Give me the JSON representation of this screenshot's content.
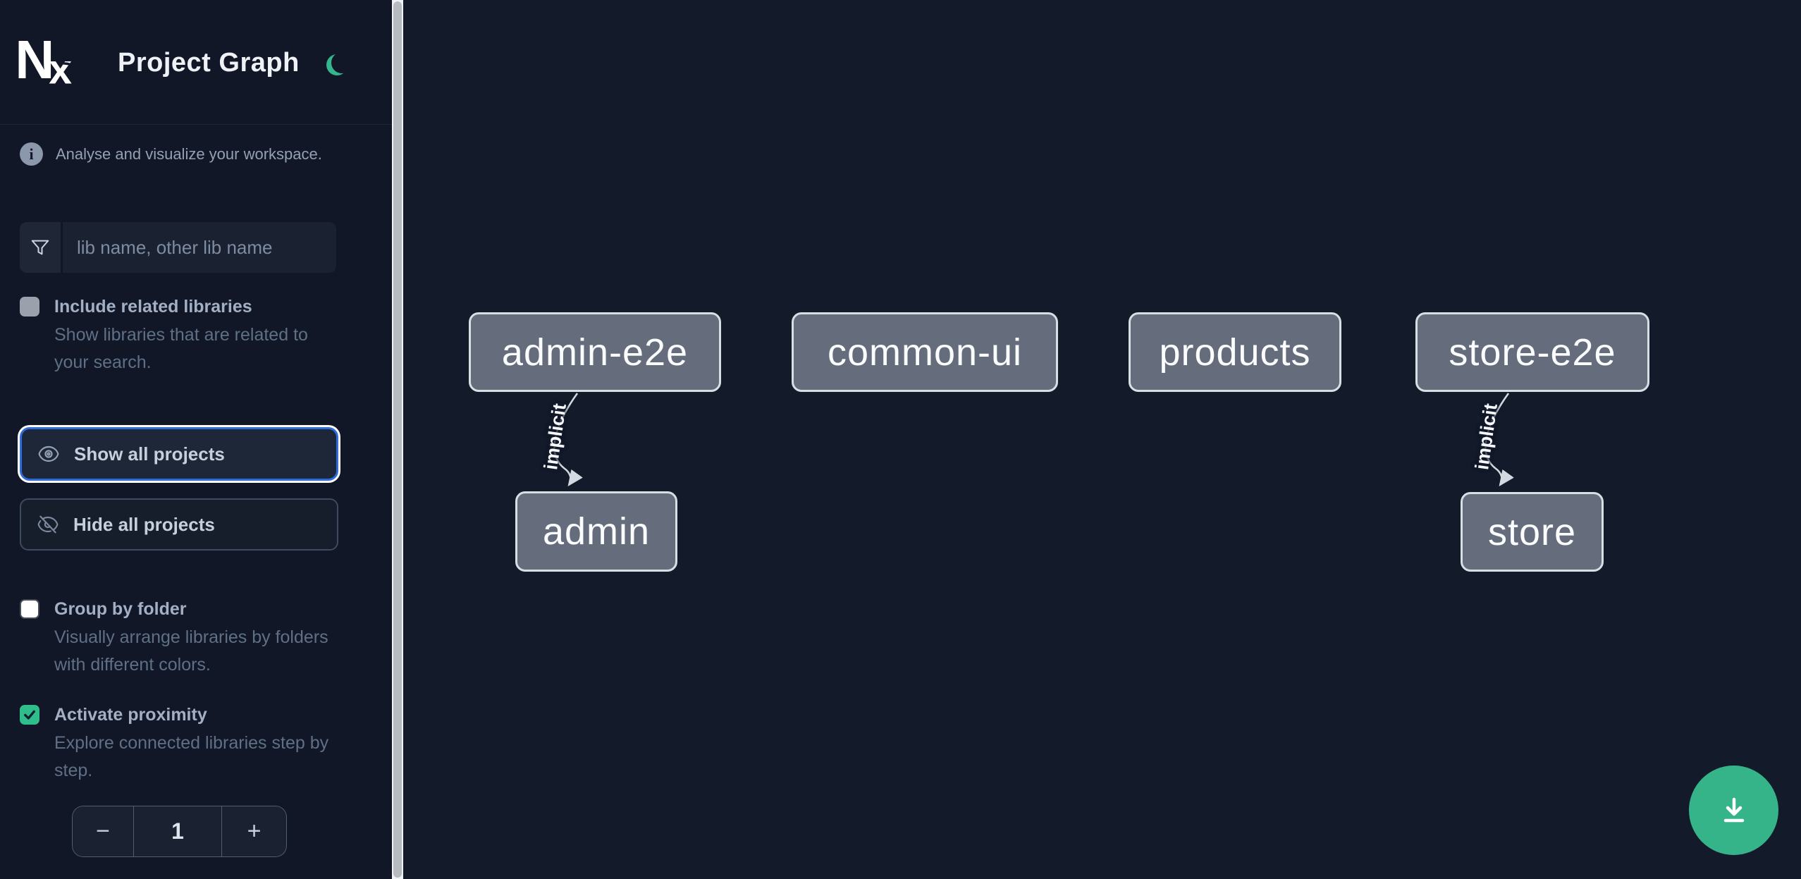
{
  "app": {
    "logo_text": "Nx",
    "title": "Project Graph",
    "tagline": "Analyse and visualize your workspace."
  },
  "theme": {
    "accent_teal": "#34b58d",
    "focus_blue": "#2f6bdb",
    "sidebar_bg": "#111726",
    "canvas_bg": "#131b2b",
    "node_fill": "#656d7d",
    "node_border": "#d9dee5",
    "edge_color": "#d3d9e0",
    "fab_color": "#35b489"
  },
  "icons": {
    "theme_toggle": "moon",
    "info": "info-circle",
    "search": "funnel",
    "show_all": "eye",
    "hide_all": "eye-slash",
    "fab": "download"
  },
  "sidebar": {
    "search": {
      "value": "",
      "placeholder": "lib name, other lib name"
    },
    "options": [
      {
        "label": "Include related libraries",
        "description": "Show libraries that are related to your search.",
        "checked": false,
        "disabled": true
      },
      {
        "label": "Group by folder",
        "description": "Visually arrange libraries by folders with different colors.",
        "checked": false,
        "disabled": false
      },
      {
        "label": "Activate proximity",
        "description": "Explore connected libraries step by step.",
        "checked": true,
        "disabled": false
      }
    ],
    "buttons": {
      "show_all": "Show all projects",
      "hide_all": "Hide all projects"
    },
    "stepper": {
      "decrement": "−",
      "value": "1",
      "increment": "+"
    }
  },
  "graph": {
    "nodes": [
      {
        "label": "admin-e2e"
      },
      {
        "label": "common-ui"
      },
      {
        "label": "products"
      },
      {
        "label": "store-e2e"
      },
      {
        "label": "admin"
      },
      {
        "label": "store"
      }
    ],
    "edges": [
      {
        "from": "admin-e2e",
        "to": "admin",
        "label": "implicit"
      },
      {
        "from": "store-e2e",
        "to": "store",
        "label": "implicit"
      }
    ]
  }
}
